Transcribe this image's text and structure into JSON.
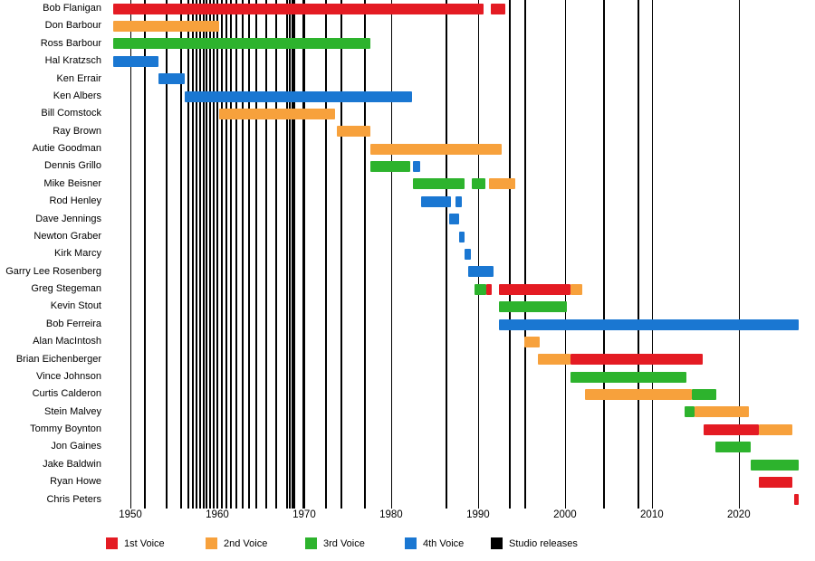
{
  "chart_data": {
    "type": "timeline",
    "x_axis": {
      "min": 1947.5,
      "max": 2027,
      "ticks": [
        "1950",
        "1960",
        "1970",
        "1980",
        "1990",
        "2000",
        "2010",
        "2020"
      ],
      "tick_years": [
        1950,
        1960,
        1970,
        1980,
        1990,
        2000,
        2010,
        2020
      ],
      "grid": true
    },
    "voices": {
      "1st": {
        "label": "1st Voice",
        "color": "#e41b23"
      },
      "2nd": {
        "label": "2nd Voice",
        "color": "#f7a13c"
      },
      "3rd": {
        "label": "3rd Voice",
        "color": "#2db32d"
      },
      "4th": {
        "label": "4th Voice",
        "color": "#1a77d2"
      }
    },
    "legend": [
      {
        "label": "1st Voice",
        "color": "#e41b23"
      },
      {
        "label": "2nd Voice",
        "color": "#f7a13c"
      },
      {
        "label": "3rd Voice",
        "color": "#2db32d"
      },
      {
        "label": "4th Voice",
        "color": "#1a77d2"
      },
      {
        "label": "Studio releases",
        "color": "#000000"
      }
    ],
    "members": [
      {
        "name": "Bob Flanigan",
        "segments": [
          {
            "start": 1948,
            "end": 1990.6,
            "voice": "1st"
          },
          {
            "start": 1991.5,
            "end": 1993.1,
            "voice": "1st"
          }
        ]
      },
      {
        "name": "Don Barbour",
        "segments": [
          {
            "start": 1948,
            "end": 1960.2,
            "voice": "2nd"
          }
        ]
      },
      {
        "name": "Ross Barbour",
        "segments": [
          {
            "start": 1948,
            "end": 1977.6,
            "voice": "3rd"
          }
        ]
      },
      {
        "name": "Hal Kratzsch",
        "segments": [
          {
            "start": 1948,
            "end": 1953.2,
            "voice": "4th"
          }
        ]
      },
      {
        "name": "Ken Errair",
        "segments": [
          {
            "start": 1953.2,
            "end": 1956.3,
            "voice": "4th"
          }
        ]
      },
      {
        "name": "Ken Albers",
        "segments": [
          {
            "start": 1956.3,
            "end": 1982.4,
            "voice": "4th"
          }
        ]
      },
      {
        "name": "Bill Comstock",
        "segments": [
          {
            "start": 1960.2,
            "end": 1973.5,
            "voice": "2nd"
          }
        ]
      },
      {
        "name": "Ray Brown",
        "segments": [
          {
            "start": 1973.8,
            "end": 1977.6,
            "voice": "2nd"
          }
        ]
      },
      {
        "name": "Autie Goodman",
        "segments": [
          {
            "start": 1977.6,
            "end": 1992.7,
            "voice": "2nd"
          }
        ]
      },
      {
        "name": "Dennis Grillo",
        "segments": [
          {
            "start": 1977.6,
            "end": 1982.2,
            "voice": "3rd"
          },
          {
            "start": 1982.5,
            "end": 1983.3,
            "voice": "4th"
          }
        ]
      },
      {
        "name": "Mike Beisner",
        "segments": [
          {
            "start": 1982.5,
            "end": 1988.5,
            "voice": "3rd"
          },
          {
            "start": 1989.3,
            "end": 1990.8,
            "voice": "3rd"
          },
          {
            "start": 1991.3,
            "end": 1994.3,
            "voice": "2nd"
          }
        ]
      },
      {
        "name": "Rod Henley",
        "segments": [
          {
            "start": 1983.4,
            "end": 1986.9,
            "voice": "4th"
          },
          {
            "start": 1987.4,
            "end": 1988.1,
            "voice": "4th"
          }
        ]
      },
      {
        "name": "Dave Jennings",
        "segments": [
          {
            "start": 1986.7,
            "end": 1987.8,
            "voice": "4th"
          }
        ]
      },
      {
        "name": "Newton Graber",
        "segments": [
          {
            "start": 1987.8,
            "end": 1988.5,
            "voice": "4th"
          }
        ]
      },
      {
        "name": "Kirk Marcy",
        "segments": [
          {
            "start": 1988.4,
            "end": 1989.2,
            "voice": "4th"
          }
        ]
      },
      {
        "name": "Garry Lee Rosenberg",
        "segments": [
          {
            "start": 1988.9,
            "end": 1991.8,
            "voice": "4th"
          }
        ]
      },
      {
        "name": "Greg Stegeman",
        "segments": [
          {
            "start": 1989.6,
            "end": 1991.0,
            "voice": "3rd"
          },
          {
            "start": 1991.0,
            "end": 1991.6,
            "voice": "1st"
          },
          {
            "start": 1992.4,
            "end": 2000.6,
            "voice": "1st"
          },
          {
            "start": 2000.6,
            "end": 2002.0,
            "voice": "2nd"
          }
        ]
      },
      {
        "name": "Kevin Stout",
        "segments": [
          {
            "start": 1992.4,
            "end": 2000.2,
            "voice": "3rd"
          }
        ]
      },
      {
        "name": "Bob Ferreira",
        "segments": [
          {
            "start": 1992.4,
            "end": 2026.9,
            "voice": "4th"
          }
        ]
      },
      {
        "name": "Alan MacIntosh",
        "segments": [
          {
            "start": 1995.3,
            "end": 1997.1,
            "voice": "2nd"
          }
        ]
      },
      {
        "name": "Brian Eichenberger",
        "segments": [
          {
            "start": 1996.9,
            "end": 2000.6,
            "voice": "2nd"
          },
          {
            "start": 2000.6,
            "end": 2015.9,
            "voice": "1st"
          }
        ]
      },
      {
        "name": "Vince Johnson",
        "segments": [
          {
            "start": 2000.6,
            "end": 2014.0,
            "voice": "3rd"
          }
        ]
      },
      {
        "name": "Curtis Calderon",
        "segments": [
          {
            "start": 2002.3,
            "end": 2014.6,
            "voice": "2nd"
          },
          {
            "start": 2014.6,
            "end": 2017.4,
            "voice": "3rd"
          }
        ]
      },
      {
        "name": "Stein Malvey",
        "segments": [
          {
            "start": 2013.8,
            "end": 2014.9,
            "voice": "3rd"
          },
          {
            "start": 2014.9,
            "end": 2021.2,
            "voice": "2nd"
          }
        ]
      },
      {
        "name": "Tommy Boynton",
        "segments": [
          {
            "start": 2016.0,
            "end": 2022.3,
            "voice": "1st"
          },
          {
            "start": 2022.3,
            "end": 2026.2,
            "voice": "2nd"
          }
        ]
      },
      {
        "name": "Jon Gaines",
        "segments": [
          {
            "start": 2017.3,
            "end": 2021.4,
            "voice": "3rd"
          }
        ]
      },
      {
        "name": "Jake Baldwin",
        "segments": [
          {
            "start": 2021.4,
            "end": 2026.9,
            "voice": "3rd"
          }
        ]
      },
      {
        "name": "Ryan Howe",
        "segments": [
          {
            "start": 2022.3,
            "end": 2026.2,
            "voice": "1st"
          }
        ]
      },
      {
        "name": "Chris Peters",
        "segments": [
          {
            "start": 2026.4,
            "end": 2026.9,
            "voice": "1st"
          }
        ]
      }
    ],
    "studio_releases": [
      1951.6,
      1954.1,
      1955.7,
      1956.6,
      1957.1,
      1957.5,
      1957.9,
      1958.3,
      1958.7,
      1959.1,
      1959.5,
      1959.9,
      1960.4,
      1960.9,
      1961.5,
      1962.1,
      1962.8,
      1963.5,
      1964.4,
      1965.5,
      1966.7,
      1967.9,
      1968.2,
      1968.5,
      1968.8,
      1969.8,
      1972.4,
      1974.2,
      1976.9,
      1986.3,
      1993.6,
      1995.3,
      2004.4,
      2008.4
    ]
  }
}
